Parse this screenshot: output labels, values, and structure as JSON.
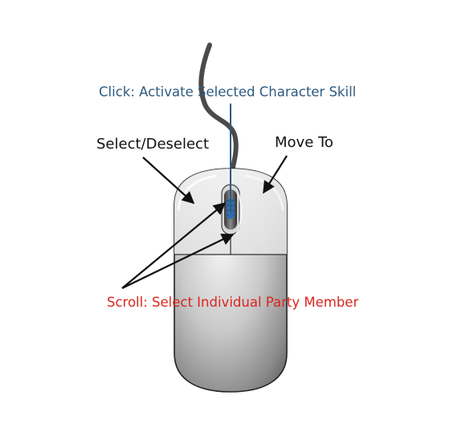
{
  "labels": {
    "click": "Click: Activate Selected Character Skill",
    "select": "Select/Deselect",
    "move": "Move To",
    "scroll": "Scroll: Select Individual Party Member"
  },
  "colors": {
    "click": "#2f5b80",
    "select": "#111111",
    "move": "#111111",
    "scroll": "#d8261f",
    "cable": "#4a4a4a",
    "pointer_line": "#2f5b80",
    "mouse_outline": "#222222",
    "wheel_accent": "#2a6fb5"
  },
  "icons": {
    "device": "computer-mouse-icon"
  }
}
